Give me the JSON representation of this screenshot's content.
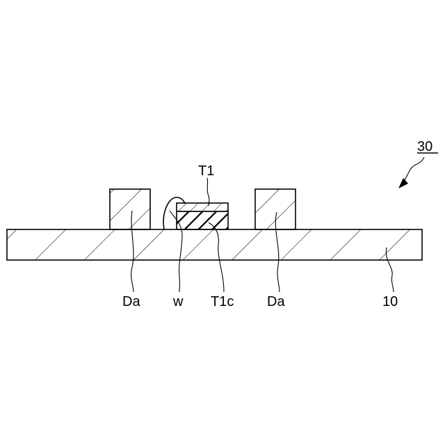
{
  "labels": {
    "ref_30": "30",
    "t1": "T1",
    "da_left": "Da",
    "wire": "w",
    "t1c": "T1c",
    "da_right": "Da",
    "substrate": "10"
  }
}
